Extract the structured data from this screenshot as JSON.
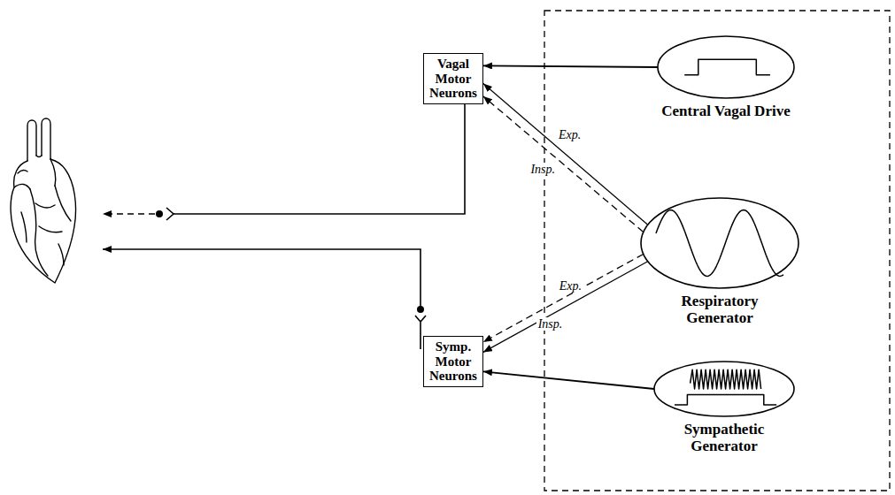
{
  "diagram": {
    "nodes": [
      {
        "text": [
          "Vagal Motor Neurons"
        ]
      },
      {
        "text": [
          "Symp. Motor Neurons"
        ]
      },
      {
        "text": [
          "Central Vagal Drive"
        ]
      },
      {
        "text": [
          "Respiratory Generator"
        ]
      },
      {
        "text": [
          "Sympathetic Generator"
        ]
      }
    ],
    "edges": [
      {
        "from": 2,
        "to": 0,
        "arrow": "to"
      },
      {
        "from": 3,
        "to": 0,
        "label": "Exp.",
        "arrow": "to"
      },
      {
        "from": 3,
        "to": 0,
        "label": "Insp.",
        "arrow": "to"
      },
      {
        "from": 3,
        "to": 1,
        "label": "Exp.",
        "arrow": "to"
      },
      {
        "from": 3,
        "to": 1,
        "label": "Insp.",
        "arrow": "to"
      },
      {
        "from": 4,
        "to": 1,
        "arrow": "to"
      }
    ]
  }
}
